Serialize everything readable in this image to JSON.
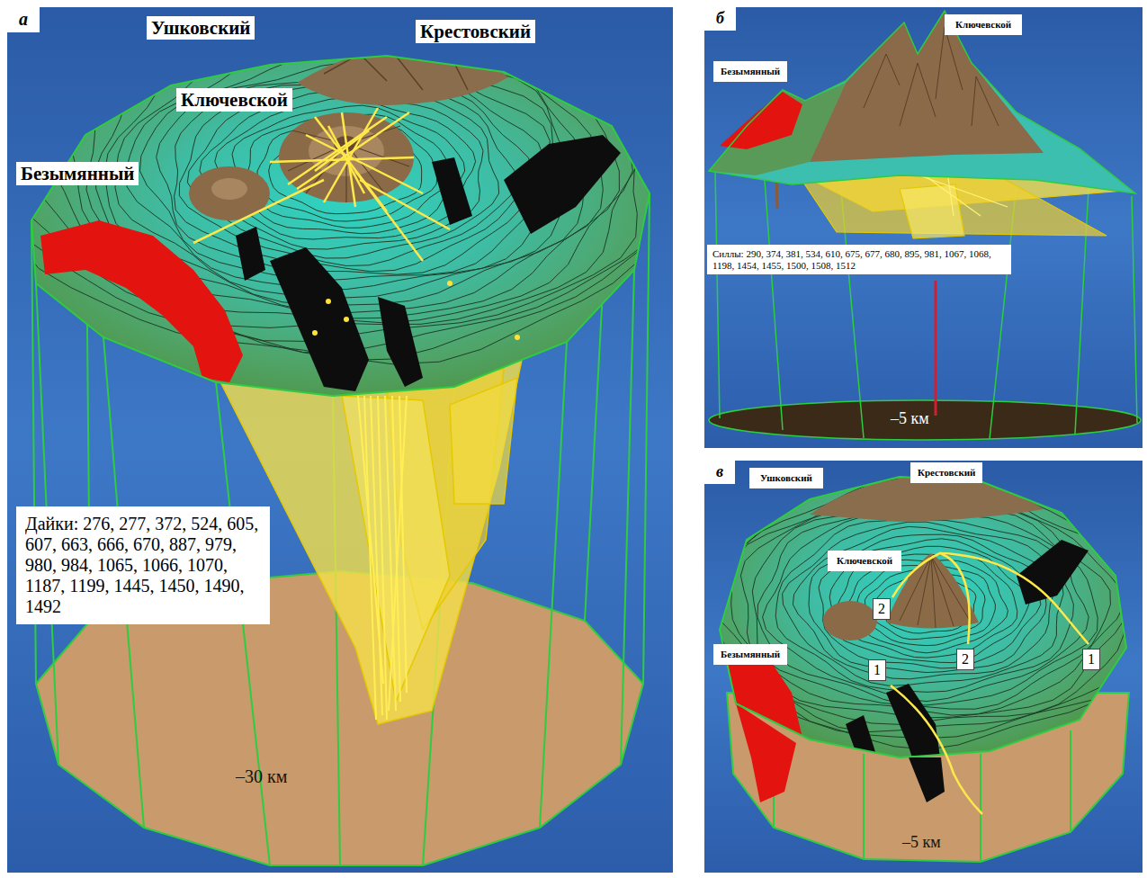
{
  "diagram": {
    "nodes": [
      {
        "text": [
          "а"
        ]
      },
      {
        "text": [
          "Ушковский"
        ],
        "in": 0
      },
      {
        "text": [
          "Крестовский"
        ],
        "in": 0
      },
      {
        "text": [
          "Ключевской"
        ],
        "in": 0
      },
      {
        "text": [
          "Безымянный"
        ],
        "in": 0
      },
      {
        "text": [
          "Дайки: 276, 277, 372, 524, 605, 607, 663, 666, 670, 887, 979, 980, 984, 1065, 1066, 1070, 1187, 1199, 1445, 1450, 1490, 1492"
        ],
        "in": 0
      },
      {
        "text": [
          "б"
        ]
      },
      {
        "text": [
          "Ключевской"
        ],
        "in": 6
      },
      {
        "text": [
          "Безымянный"
        ],
        "in": 6
      },
      {
        "text": [
          "Силлы: 290, 374, 381, 534, 610, 675, 677, 680, 895, 981, 1067, 1068, 1198, 1454, 1455, 1500, 1508, 1512"
        ],
        "in": 6
      },
      {
        "text": [
          "в"
        ]
      },
      {
        "text": [
          "Ушковский"
        ],
        "in": 10
      },
      {
        "text": [
          "Крестовский"
        ],
        "in": 10
      },
      {
        "text": [
          "Ключевской"
        ],
        "in": 10
      },
      {
        "text": [
          "Безымянный"
        ],
        "in": 10
      },
      {
        "text": [
          "2"
        ],
        "in": 10
      },
      {
        "text": [
          "1"
        ],
        "in": 10
      },
      {
        "text": [
          "2"
        ],
        "in": 10
      },
      {
        "text": [
          "1"
        ],
        "in": 10
      }
    ],
    "labels": [
      "–30 км",
      "–5 км",
      "–5 км"
    ]
  }
}
